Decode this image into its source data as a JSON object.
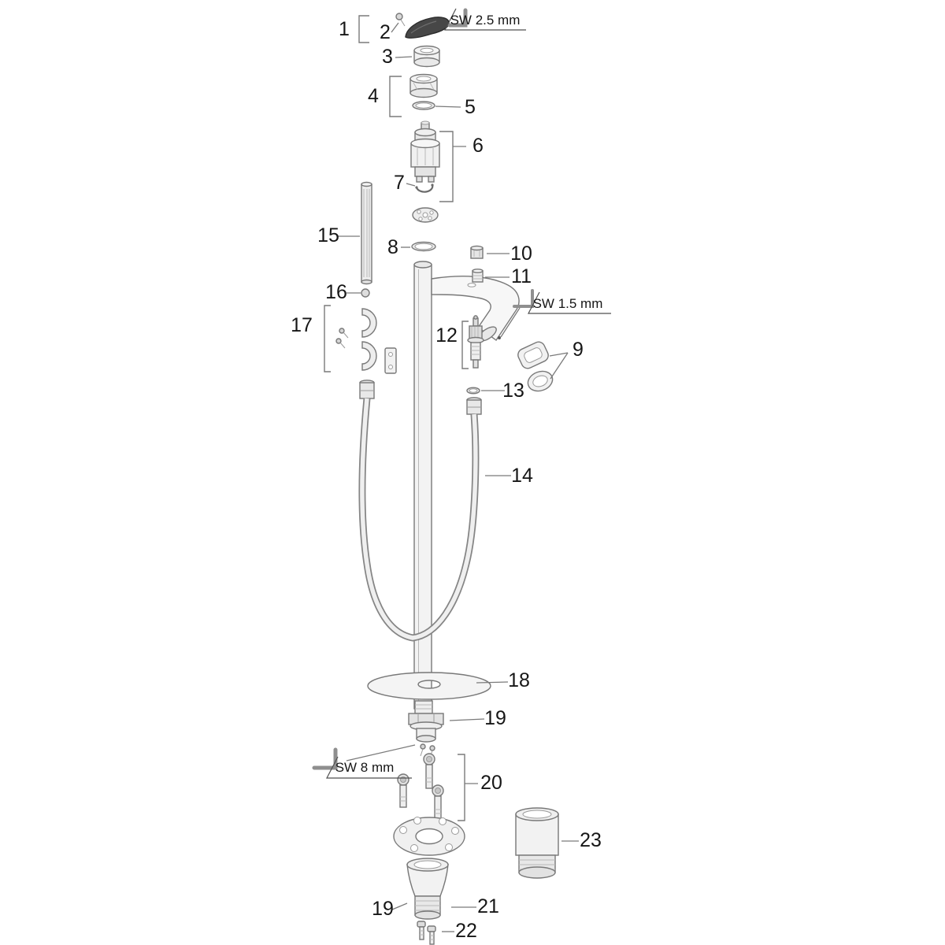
{
  "diagram": {
    "kind": "exploded-parts-diagram",
    "labels": {
      "part1": "1",
      "part2": "2",
      "part3": "3",
      "part4": "4",
      "part5": "5",
      "part6": "6",
      "part7": "7",
      "part8": "8",
      "part9": "9",
      "part10": "10",
      "part11": "11",
      "part12": "12",
      "part13": "13",
      "part14": "14",
      "part15": "15",
      "part16": "16",
      "part17": "17",
      "part18": "18",
      "part19_upper": "19",
      "part19_lower": "19",
      "part20": "20",
      "part21": "21",
      "part22": "22",
      "part23": "23",
      "sw_2_5": "SW 2.5 mm",
      "sw_1_5": "SW 1.5 mm",
      "sw_8": "SW 8 mm"
    }
  }
}
